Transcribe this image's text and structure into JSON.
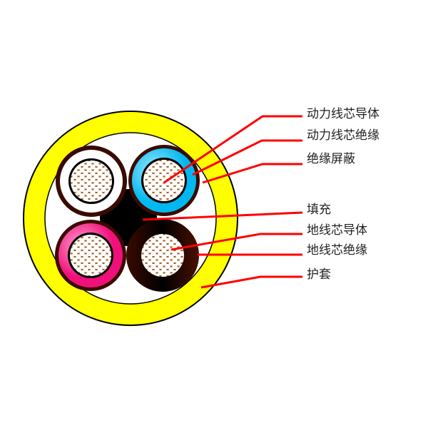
{
  "labels": [
    {
      "id": "power-core-conductor",
      "text": "动力线芯导体"
    },
    {
      "id": "power-core-insulation",
      "text": "动力线芯绝缘"
    },
    {
      "id": "insulation-shield",
      "text": "绝缘屏蔽"
    },
    {
      "id": "filler",
      "text": "填充"
    },
    {
      "id": "ground-core-conductor",
      "text": "地线芯导体"
    },
    {
      "id": "ground-core-insulation",
      "text": "地线芯绝缘"
    },
    {
      "id": "sheath",
      "text": "护套"
    }
  ],
  "colors": {
    "sheath": "#ffff00",
    "leader_line": "#ff0000",
    "conductor": "#9a5a1c",
    "core_insulation_colors": [
      "#ffffff",
      "#00bfff",
      "#ff1493",
      "#3a0a00"
    ],
    "filler": "#000000"
  }
}
